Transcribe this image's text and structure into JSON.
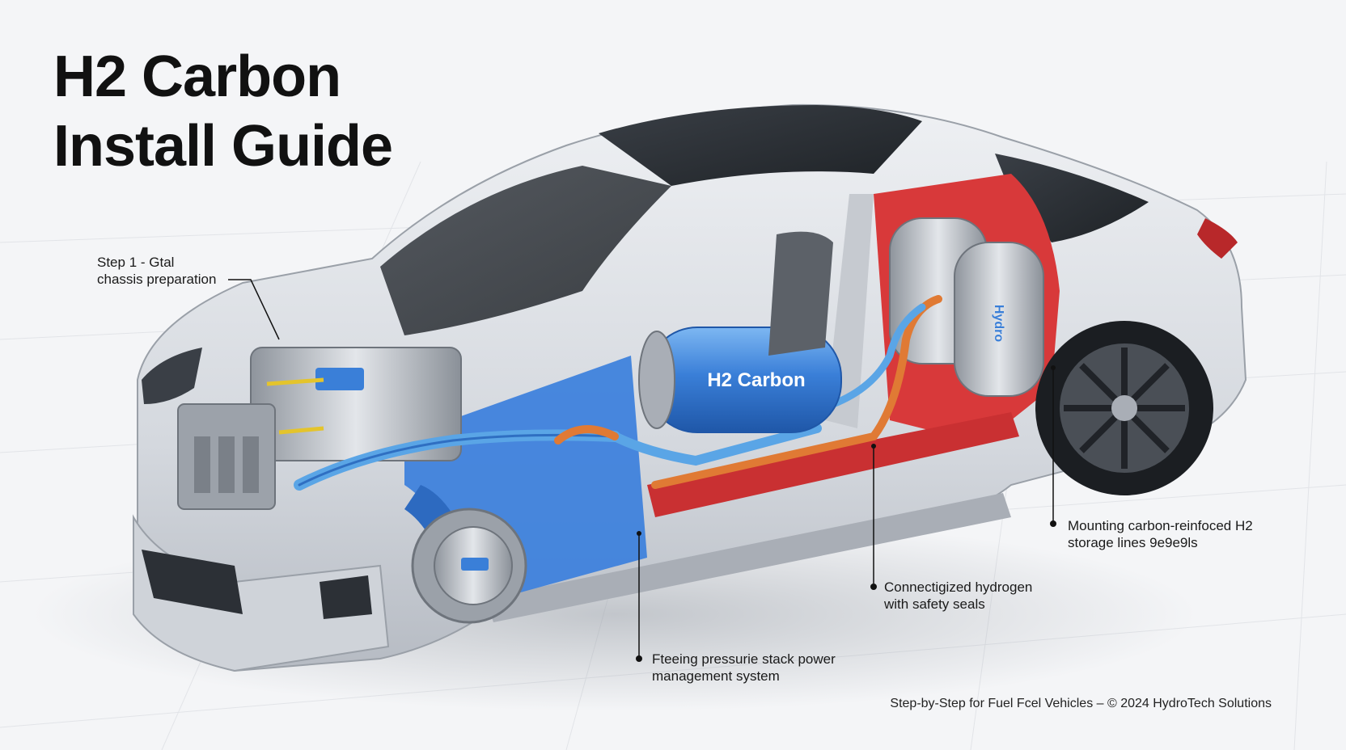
{
  "title": {
    "line1": "H2 Carbon",
    "line2": "Install Guide"
  },
  "tank_label": "H2 Carbon",
  "rear_tank_label": "Hydro",
  "callouts": [
    {
      "line1": "Step 1 - Gtal",
      "line2": "chassis preparation"
    },
    {
      "line1": "Mounting carbon-reinfoced H2",
      "line2": "storage lines 9e9e9ls"
    },
    {
      "line1": "Connectigized hydrogen",
      "line2": "with safety seals"
    },
    {
      "line1": "Fteeing pressurie stack power",
      "line2": "management system"
    }
  ],
  "footer": "Step-by-Step for Fuel Fcel Vehicles – © 2024 HydroTech Solutions",
  "colors": {
    "background": "#f4f5f7",
    "body": "#d9dde3",
    "cutaway_blue": "#3f82dc",
    "cutaway_red": "#d8393a",
    "hose_orange": "#e07a34",
    "hose_blue": "#5aa5e6",
    "tank_blue": "#3a7fd8"
  }
}
